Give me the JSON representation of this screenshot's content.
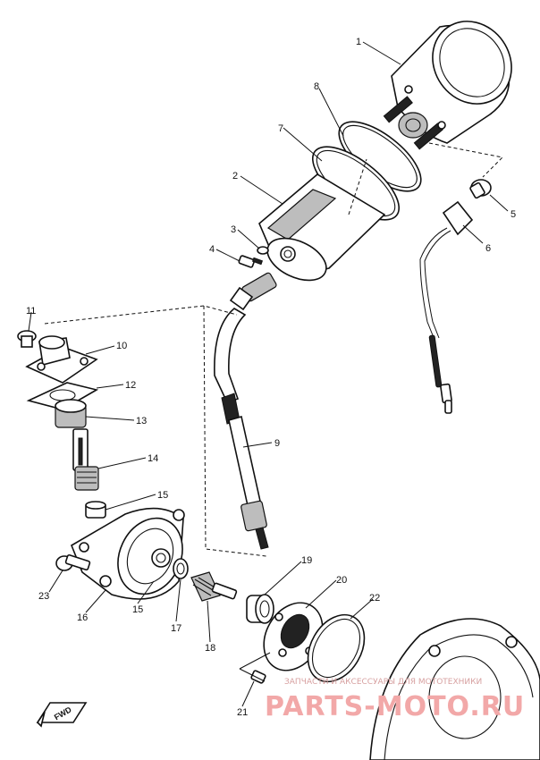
{
  "diagram": {
    "part_numbers": [
      "1",
      "2",
      "3",
      "4",
      "5",
      "6",
      "7",
      "8",
      "9",
      "10",
      "11",
      "12",
      "13",
      "14",
      "15",
      "15",
      "16",
      "17",
      "18",
      "19",
      "20",
      "21",
      "22",
      "23"
    ],
    "direction_marker": "FWD",
    "watermark": {
      "caption": "ЗАПЧАСТИ И АКСЕССУАРЫ ДЛЯ МОТОТЕХНИКИ",
      "brand": "PARTS-MOTO.RU"
    }
  }
}
